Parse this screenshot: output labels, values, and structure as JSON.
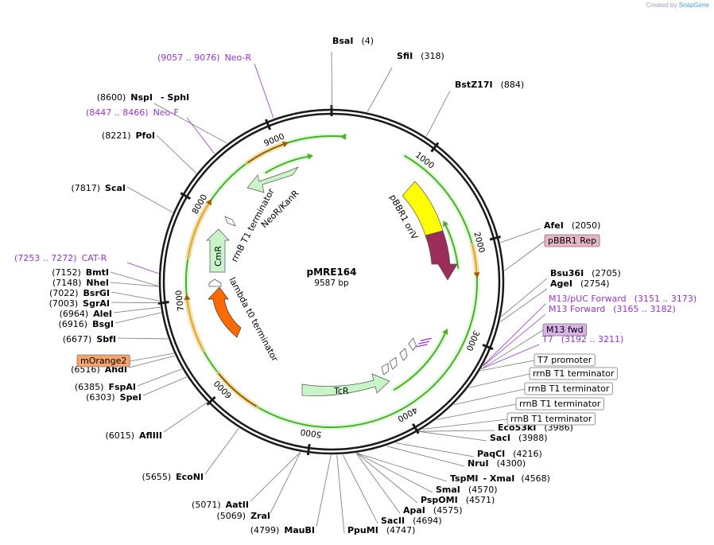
{
  "credit": {
    "prefix": "Created by",
    "brand": "SnapGene"
  },
  "plasmid": {
    "name": "pMRE164",
    "size": "9587 bp"
  },
  "ticks": [
    {
      "label": "1000",
      "pos": 1000
    },
    {
      "label": "2000",
      "pos": 2000
    },
    {
      "label": "3000",
      "pos": 3000
    },
    {
      "label": "4000",
      "pos": 4000
    },
    {
      "label": "5000",
      "pos": 5000
    },
    {
      "label": "6000",
      "pos": 6000
    },
    {
      "label": "7000",
      "pos": 7000
    },
    {
      "label": "8000",
      "pos": 8000
    },
    {
      "label": "9000",
      "pos": 9000
    }
  ],
  "enzymes": [
    {
      "name": "BsaI",
      "pos": "(4)",
      "bp": 4
    },
    {
      "name": "SfiI",
      "pos": "(318)",
      "bp": 318
    },
    {
      "name": "BstZ17I",
      "pos": "(884)",
      "bp": 884
    },
    {
      "name": "AfeI",
      "pos": "(2050)",
      "bp": 2050
    },
    {
      "name": "Bsu36I",
      "pos": "(2705)",
      "bp": 2705
    },
    {
      "name": "AgeI",
      "pos": "(2754)",
      "bp": 2754
    },
    {
      "name": "Eco53kI",
      "pos": "(3986)",
      "bp": 3986
    },
    {
      "name": "SacI",
      "pos": "(3988)",
      "bp": 3988
    },
    {
      "name": "PaqCI",
      "pos": "(4216)",
      "bp": 4216
    },
    {
      "name": "NruI",
      "pos": "(4300)",
      "bp": 4300
    },
    {
      "name": "TspMI",
      "pos": "(4568)",
      "bp": 4568,
      "extra": "- XmaI"
    },
    {
      "name": "SmaI",
      "pos": "(4570)",
      "bp": 4570
    },
    {
      "name": "PspOMI",
      "pos": "(4571)",
      "bp": 4571
    },
    {
      "name": "ApaI",
      "pos": "(4575)",
      "bp": 4575
    },
    {
      "name": "SacII",
      "pos": "(4694)",
      "bp": 4694
    },
    {
      "name": "PpuMI",
      "pos": "(4747)",
      "bp": 4747
    },
    {
      "name": "MauBI",
      "pos": "(4799)",
      "bp": 4799
    },
    {
      "name": "ZraI",
      "pos": "(5069)",
      "bp": 5069
    },
    {
      "name": "AatII",
      "pos": "(5071)",
      "bp": 5071
    },
    {
      "name": "EcoNI",
      "pos": "(5655)",
      "bp": 5655
    },
    {
      "name": "AflIII",
      "pos": "(6015)",
      "bp": 6015
    },
    {
      "name": "SpeI",
      "pos": "(6303)",
      "bp": 6303
    },
    {
      "name": "FspAI",
      "pos": "(6385)",
      "bp": 6385
    },
    {
      "name": "AhdI",
      "pos": "(6516)",
      "bp": 6516
    },
    {
      "name": "SbfI",
      "pos": "(6677)",
      "bp": 6677
    },
    {
      "name": "BsgI",
      "pos": "(6916)",
      "bp": 6916
    },
    {
      "name": "AleI",
      "pos": "(6964)",
      "bp": 6964
    },
    {
      "name": "SgrAI",
      "pos": "(7003)",
      "bp": 7003
    },
    {
      "name": "BsrGI",
      "pos": "(7022)",
      "bp": 7022
    },
    {
      "name": "NheI",
      "pos": "(7148)",
      "bp": 7148
    },
    {
      "name": "BmtI",
      "pos": "(7152)",
      "bp": 7152
    },
    {
      "name": "ScaI",
      "pos": "(7817)",
      "bp": 7817
    },
    {
      "name": "PfoI",
      "pos": "(8221)",
      "bp": 8221
    },
    {
      "name": "NspI",
      "pos": "(8600)",
      "bp": 8600,
      "extra": "- SphI"
    }
  ],
  "primers": [
    {
      "name": "Neo-R",
      "range": "(9057 .. 9076)",
      "bp": 9066
    },
    {
      "name": "Neo-F",
      "range": "(8447 .. 8466)",
      "bp": 8456
    },
    {
      "name": "CAT-R",
      "range": "(7253 .. 7272)",
      "bp": 7262
    },
    {
      "name": "M13/pUC Forward",
      "range": "(3151 .. 3173)",
      "bp": 3162
    },
    {
      "name": "M13 Forward",
      "range": "(3165 .. 3182)",
      "bp": 3173
    },
    {
      "name": "T7",
      "range": "(3192 .. 3211)",
      "bp": 3201
    }
  ],
  "features_boxed": [
    {
      "name": "pBBR1 Rep",
      "fill": "#e8b4c8"
    },
    {
      "name": "M13 fwd",
      "fill": "#d9b3e8"
    },
    {
      "name": "T7 promoter",
      "fill": "#ffffff"
    },
    {
      "name": "rrnB T1 terminator",
      "fill": "#ffffff"
    },
    {
      "name": "rrnB T1 terminator",
      "fill": "#ffffff"
    },
    {
      "name": "rrnB T1 terminator",
      "fill": "#ffffff"
    },
    {
      "name": "rrnB T1 terminator",
      "fill": "#ffffff"
    },
    {
      "name": "mOrange2",
      "fill": "#f5a56b"
    }
  ],
  "features_inner": [
    {
      "name": "pBBR1 oriV"
    },
    {
      "name": "rrnB T1 terminator"
    },
    {
      "name": "NeoR/KanR"
    },
    {
      "name": "CmR"
    },
    {
      "name": "lambda t0 terminator"
    },
    {
      "name": "TcR"
    }
  ],
  "colors": {
    "orange": "#f0a030",
    "green": "#4caf20",
    "yellow": "#ffff00",
    "maroon": "#9b2d5a",
    "lightgreen": "#c8f5c8",
    "redorange": "#ff6a00",
    "primer": "#9933cc"
  }
}
